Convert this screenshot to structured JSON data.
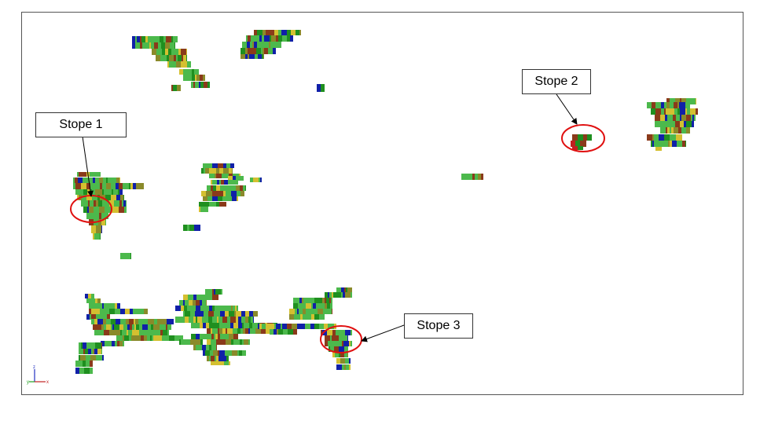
{
  "colors": {
    "green": "#4cb94c",
    "dark_green": "#1f8f1f",
    "blue": "#1020a8",
    "olive": "#8a8a2a",
    "brown": "#8a3a1a",
    "red": "#c02020",
    "yellow": "#d4c030",
    "highlight_circle": "#e01010",
    "frame_border": "#555555"
  },
  "callouts": [
    {
      "id": "stope-1",
      "label": "Stope 1"
    },
    {
      "id": "stope-2",
      "label": "Stope 2"
    },
    {
      "id": "stope-3",
      "label": "Stope 3"
    }
  ],
  "axis_triad": {
    "labels": [
      "z",
      "x",
      "y"
    ]
  }
}
